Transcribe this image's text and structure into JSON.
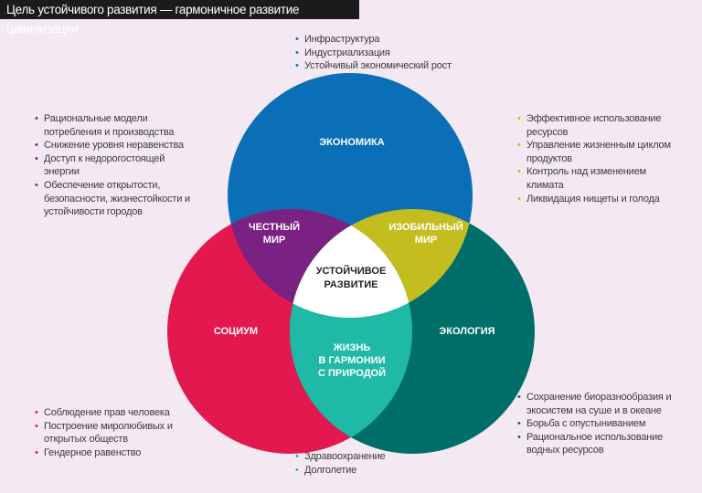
{
  "title": "Цель устойчивого развития — гармоничное развитие цивилизации",
  "circles": {
    "economy": "ЭКОНОМИКА",
    "society": "СОЦИУМ",
    "ecology": "ЭКОЛОГИЯ"
  },
  "intersections": {
    "fair_world": [
      "ЧЕСТНЫЙ",
      "МИР"
    ],
    "abundant_world": [
      "ИЗОБИЛЬНЫЙ",
      "МИР"
    ],
    "harmony": [
      "ЖИЗНЬ",
      "В ГАРМОНИИ",
      "С ПРИРОДОЙ"
    ],
    "center": [
      "УСТОЙЧИВОЕ",
      "РАЗВИТИЕ"
    ]
  },
  "colors": {
    "economy": "#0b6fb8",
    "society": "#e3184f",
    "ecology": "#006e68",
    "fair_world": "#7a2282",
    "abundant_world": "#c3bd1f",
    "harmony": "#1fb9a7",
    "center": "#ffffff"
  },
  "lists": {
    "economy": [
      "Инфраструктура",
      "Индустриализация",
      "Устойчивый экономический рост"
    ],
    "fair_world": [
      "Рациональные модели потребления и производства",
      "Снижение уровня неравенства",
      "Доступ к недорогостоящей энергии",
      "Обеспечение открытости, безопасности, жизнестойкости и устойчивости городов"
    ],
    "abundant_world": [
      "Эффективное использование ресурсов",
      "Управление жизненным циклом продуктов",
      "Контроль над изменением климата",
      "Ликвидация нищеты и голода"
    ],
    "society": [
      "Соблюдение прав человека",
      "Построение миролюбивых и открытых обществ",
      "Гендерное равенство"
    ],
    "ecology": [
      "Сохранение биоразнообразия и экосистем на суше и в океане",
      "Борьба с опустыниванием",
      "Рациональное использование водных ресурсов"
    ],
    "harmony": [
      "Здравоохранение",
      "Долголетие"
    ]
  }
}
